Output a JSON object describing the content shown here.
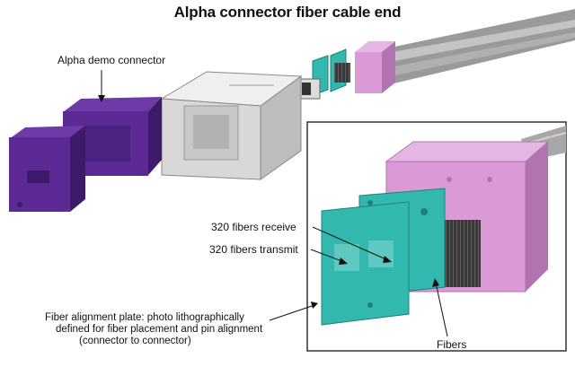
{
  "title": "Alpha connector fiber cable end",
  "labels": {
    "demo_connector": "Alpha demo connector",
    "fibers_receive": "320 fibers receive",
    "fibers_transmit": "320 fibers transmit",
    "fibers": "Fibers",
    "plate_caption": [
      "Fiber alignment plate: photo lithographically",
      "defined for fiber placement and pin alignment",
      "(connector to connector)"
    ]
  },
  "colors": {
    "purple": "#5b2a94",
    "purple_dark": "#3d1a6a",
    "cyan": "#33b8b0",
    "cyan_dark": "#1f8079",
    "pink": "#d99ad6",
    "pink_dark": "#b273b1",
    "gray": "#d8d8d8",
    "gray_dark": "#a8a8a8",
    "fiber": "#4a4a4a"
  }
}
